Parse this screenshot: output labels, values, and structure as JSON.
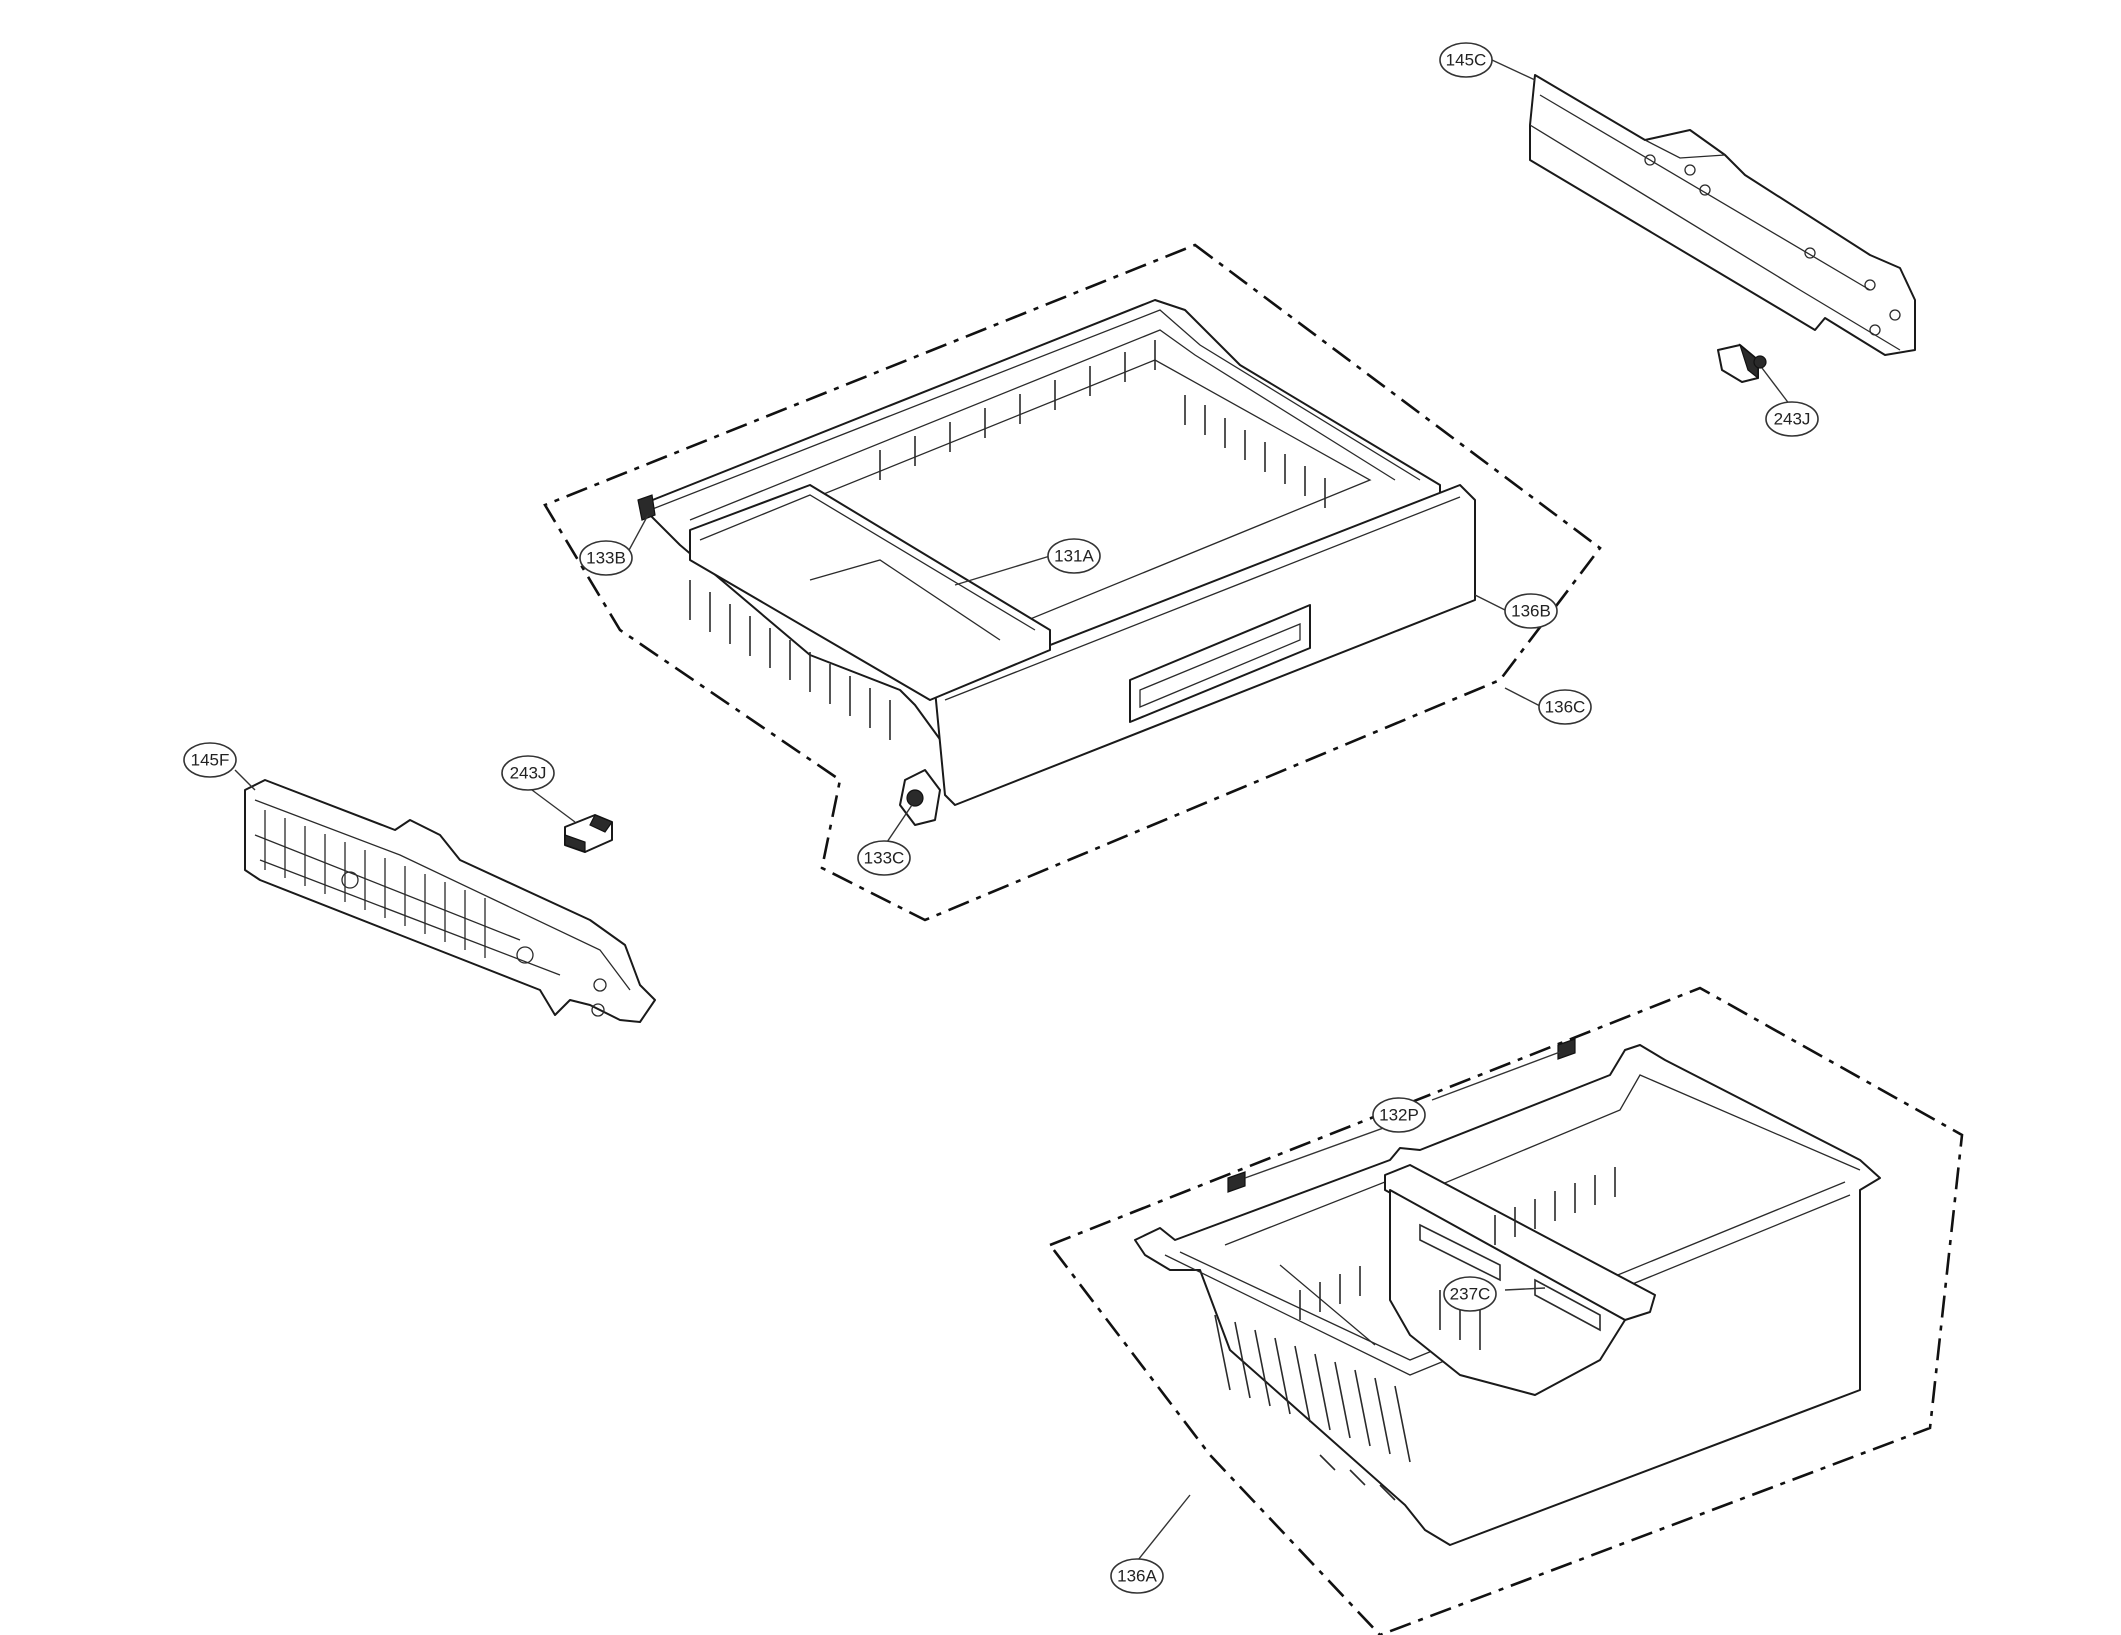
{
  "callouts": {
    "c145C": "145C",
    "c243J_right": "243J",
    "c133B": "133B",
    "c131A": "131A",
    "c136B": "136B",
    "c136C": "136C",
    "c133C": "133C",
    "c145F": "145F",
    "c243J_left": "243J",
    "c132P": "132P",
    "c237C": "237C",
    "c136A": "136A"
  }
}
